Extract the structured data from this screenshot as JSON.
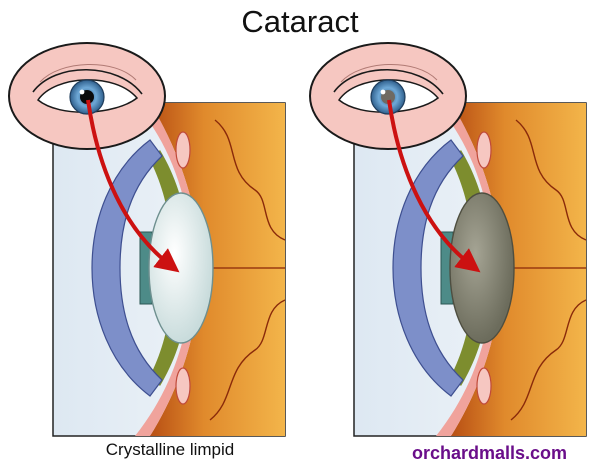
{
  "title": "Cataract",
  "caption_left": "Crystalline limpid",
  "watermark": "orchardmalls.com",
  "panels": [
    {
      "lens_state": "clear",
      "lens_color": "#e4eeee",
      "pupil": "dark"
    },
    {
      "lens_state": "cloudy",
      "lens_color": "#8a8a78",
      "pupil": "grey"
    }
  ],
  "colors": {
    "arrow": "#cc1111",
    "sclera": "#7d8fc9",
    "retina": "#cf6a1c",
    "iris": "#5e97c8",
    "skin": "#f6c7c1"
  }
}
